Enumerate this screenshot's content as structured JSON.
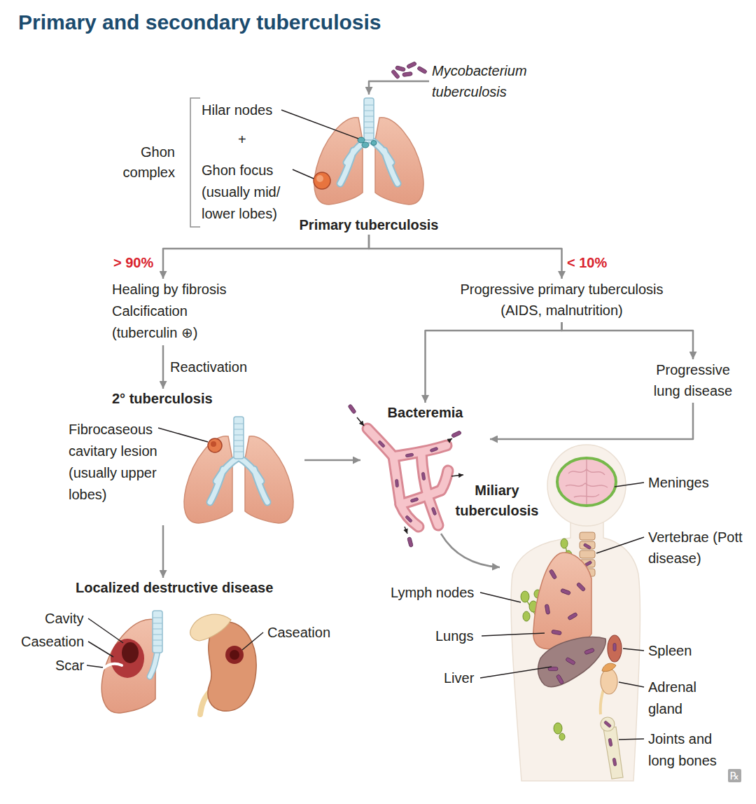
{
  "diagram": {
    "title": "Primary and secondary tuberculosis",
    "nodes": [
      {
        "text": [
          "Mycobacterium tuberculosis"
        ]
      },
      {
        "text": [
          "Primary tuberculosis"
        ]
      },
      {
        "text": [
          "Healing by fibrosis",
          "Calcification",
          "(tuberculin ⊕)"
        ]
      },
      {
        "text": [
          "Progressive primary tuberculosis",
          "(AIDS, malnutrition)"
        ]
      },
      {
        "text": [
          "2° tuberculosis"
        ]
      },
      {
        "text": [
          "Progressive lung disease"
        ]
      },
      {
        "text": [
          "Bacteremia"
        ]
      },
      {
        "text": [
          "Localized destructive disease"
        ]
      }
    ],
    "edges": [
      {
        "from": 0,
        "to": 1,
        "arrow": "to"
      },
      {
        "from": 1,
        "to": 2,
        "label": "> 90%",
        "arrow": "to"
      },
      {
        "from": 1,
        "to": 3,
        "label": "< 10%",
        "arrow": "to"
      },
      {
        "from": 2,
        "to": 4,
        "label": "Reactivation",
        "arrow": "to"
      },
      {
        "from": 3,
        "to": 6,
        "arrow": "to"
      },
      {
        "from": 3,
        "to": 5,
        "arrow": "to"
      },
      {
        "from": 5,
        "to": 6,
        "arrow": "to"
      },
      {
        "from": 4,
        "to": 6,
        "arrow": "to"
      },
      {
        "from": 4,
        "to": 7,
        "arrow": "to"
      }
    ],
    "labels": [
      "Ghon complex",
      "Hilar nodes",
      "+",
      "Ghon focus (usually mid/ lower lobes)",
      "Fibrocaseous cavitary lesion (usually upper lobes)",
      "Miliary tuberculosis",
      "Meninges",
      "Vertebrae (Pott disease)",
      "Lymph nodes",
      "Lungs",
      "Liver",
      "Spleen",
      "Adrenal gland",
      "Joints and long bones",
      "Cavity",
      "Caseation",
      "Scar",
      "Caseation",
      "℞"
    ]
  }
}
